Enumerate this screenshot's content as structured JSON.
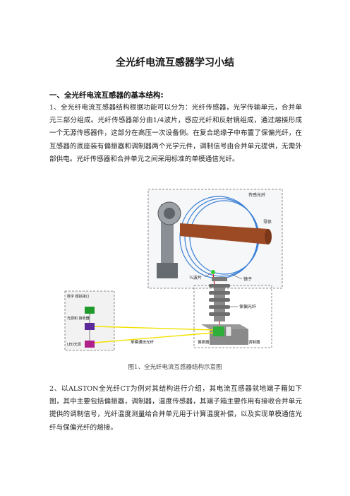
{
  "doc": {
    "title": "全光纤电流互感器学习小结",
    "section1_heading": "一、全光纤电流互感器的基本结构:",
    "paragraph1": "1、全光纤电流互感器结构根据功能可以分为：光纤传感器，光学传输单元，合并单元三部分组成。光纤传感器部分由1/4波片，感应光纤和反射镜组成，通过熔接形成一个无源传感器件，这部分在高压一次设备侧。在复合绝缘子中布置了保偏光纤，在互感器的底座装有偏振器和调制器两个光学元件，调制信号由合并单元提供，无需外部供电。光纤传感器和合并单元之间采用标准的单模通信光纤。",
    "figure_caption": "图1、全光纤电流互感器结构示意图",
    "paragraph2": "2、以ALSTON全光纤CT为例对其结构进行介绍，其电流互感器就地端子箱如下图，其中主要包括偏振器，调制器，温度传感器，其端子箱主要作用有接收合并单元提供的调制信号，光纤温度测量给合并单元用于计算温度补偿，以及实现单模通信光纤与保偏光纤的熔接。"
  },
  "figure": {
    "label_sensing_fiber": "传感光纤",
    "label_conductor": "导体",
    "label_wave_plate": "¼波片",
    "label_mirror": "镜子",
    "label_pm_fiber": "保偏光纤",
    "label_polarizer": "偏振器",
    "label_modulator": "调制器",
    "label_digital_interface": "数字\n模拟接口",
    "label_detector": "光源和\n接收器",
    "label_led": "LED光源",
    "label_sm_fiber": "单模通信光纤",
    "colors": {
      "fiber_blue": "#3a7fd6",
      "conductor_brown": "#9c4a24",
      "insulator_gray": "#7a7a7a",
      "dash_box": "#6a6a6a",
      "yellow_fiber": "#f2e200",
      "green": "#1f9a2b",
      "purple": "#6a2a9a",
      "magenta": "#b0208a",
      "red_fiber": "#d11818"
    }
  }
}
